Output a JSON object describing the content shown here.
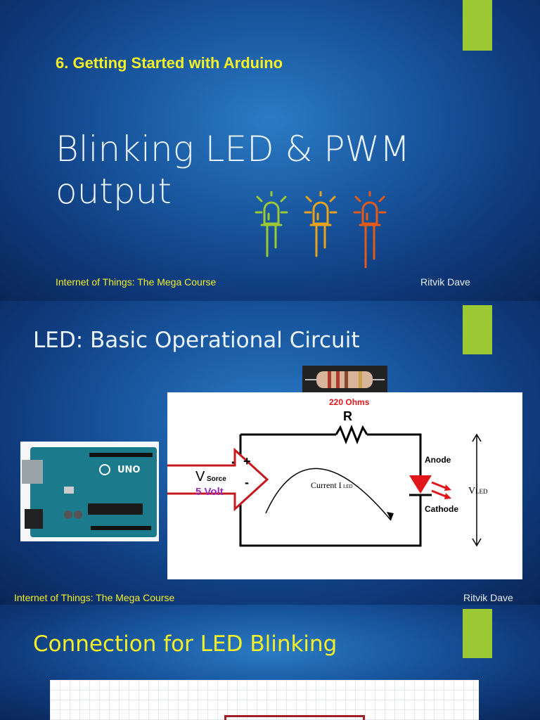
{
  "slide1": {
    "kicker": "6. Getting Started with Arduino",
    "title_line1": "Blinking LED & PWM",
    "title_line2": "output",
    "footer_left": "Internet of Things: The Mega Course",
    "footer_right": "Ritvik Dave",
    "led_icon_colors": [
      "#9cc933",
      "#e8a21c",
      "#e45a18"
    ]
  },
  "slide2": {
    "heading": "LED: Basic Operational Circuit",
    "circuit": {
      "resistance_label": "220 Ohms",
      "resistor_symbol": "R",
      "source_main": "V",
      "source_sub": "Sorce",
      "source_voltage": "5 Volt",
      "plus": "+",
      "minus": "-",
      "current_main": "Current I",
      "current_sub": "LED",
      "anode": "Anode",
      "cathode": "Cathode",
      "vled_main": "V",
      "vled_sub": "LED"
    },
    "board_label": "UNO",
    "footer_left": "Internet of Things: The Mega Course",
    "footer_right": "Ritvik Dave"
  },
  "slide3": {
    "heading": "Connection for LED Blinking"
  },
  "colors": {
    "accent_yellow": "#f3f02a",
    "tab_green": "#9cc933",
    "circuit_red": "#e0161b",
    "voltage_purple": "#9a2fb3"
  }
}
